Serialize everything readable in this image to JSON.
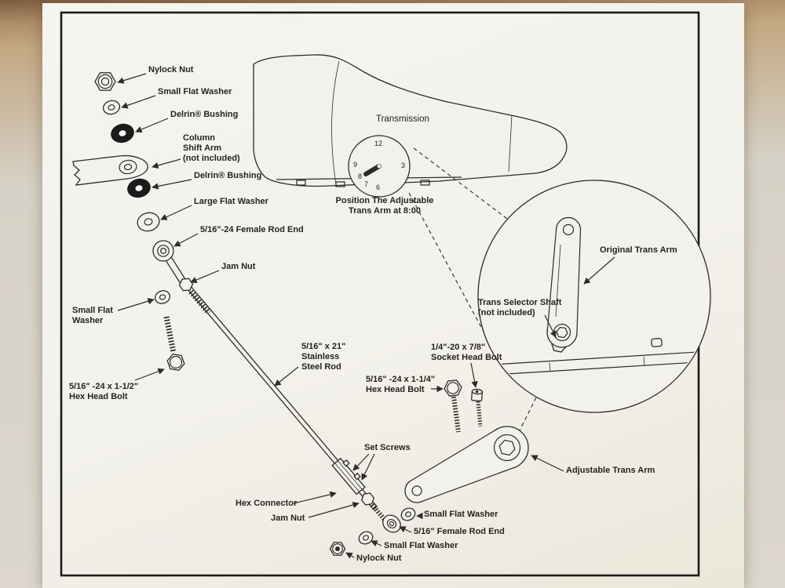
{
  "scene": {
    "description": "Photographed instruction sheet: exploded diagram of a transmission column-shift linkage kit",
    "colors": {
      "wall": "#b08f6b",
      "paper": "#f3f1eb",
      "ink": "#2e2b28",
      "bushing": "#1b1b1b"
    }
  },
  "diagram": {
    "labels": {
      "nylock_nut_top": "Nylock Nut",
      "small_flat_washer_top": "Small Flat Washer",
      "delrin_bushing_upper": "Delrin® Bushing",
      "column_shift_arm": "Column\nShift Arm\n(not included)",
      "delrin_bushing_lower": "Delrin® Bushing",
      "large_flat_washer": "Large Flat Washer",
      "female_rod_end_top": "5/16\"-24 Female Rod End",
      "jam_nut_top": "Jam Nut",
      "small_flat_washer_left": "Small Flat\nWasher",
      "hex_head_bolt_left": "5/16\" -24 x 1-1/2\"\nHex Head Bolt",
      "steel_rod": "5/16\" x 21\"\nStainless\nSteel Rod",
      "hex_head_bolt_right": "5/16\" -24 x 1-1/4\"\nHex Head Bolt",
      "socket_head_bolt": "1/4\"-20 x 7/8\"\nSocket Head Bolt",
      "set_screws": "Set Screws",
      "hex_connector": "Hex Connector",
      "jam_nut_bottom": "Jam Nut",
      "small_flat_washer_b1": "Small Flat Washer",
      "female_rod_end_bottom": "5/16\" Female Rod End",
      "small_flat_washer_b2": "Small Flat Washer",
      "nylock_nut_bottom": "Nylock Nut",
      "adjustable_trans_arm": "Adjustable Trans Arm",
      "original_trans_arm": "Original Trans Arm",
      "trans_selector_shaft": "Trans Selector Shaft\n(not included)",
      "transmission": "Transmission",
      "clock_note": "Position The Adjustable\nTrans Arm at 8:00"
    },
    "clock": {
      "n12": "12",
      "n3": "3",
      "n6": "6",
      "n7": "7",
      "n8": "8",
      "n9": "9"
    }
  }
}
